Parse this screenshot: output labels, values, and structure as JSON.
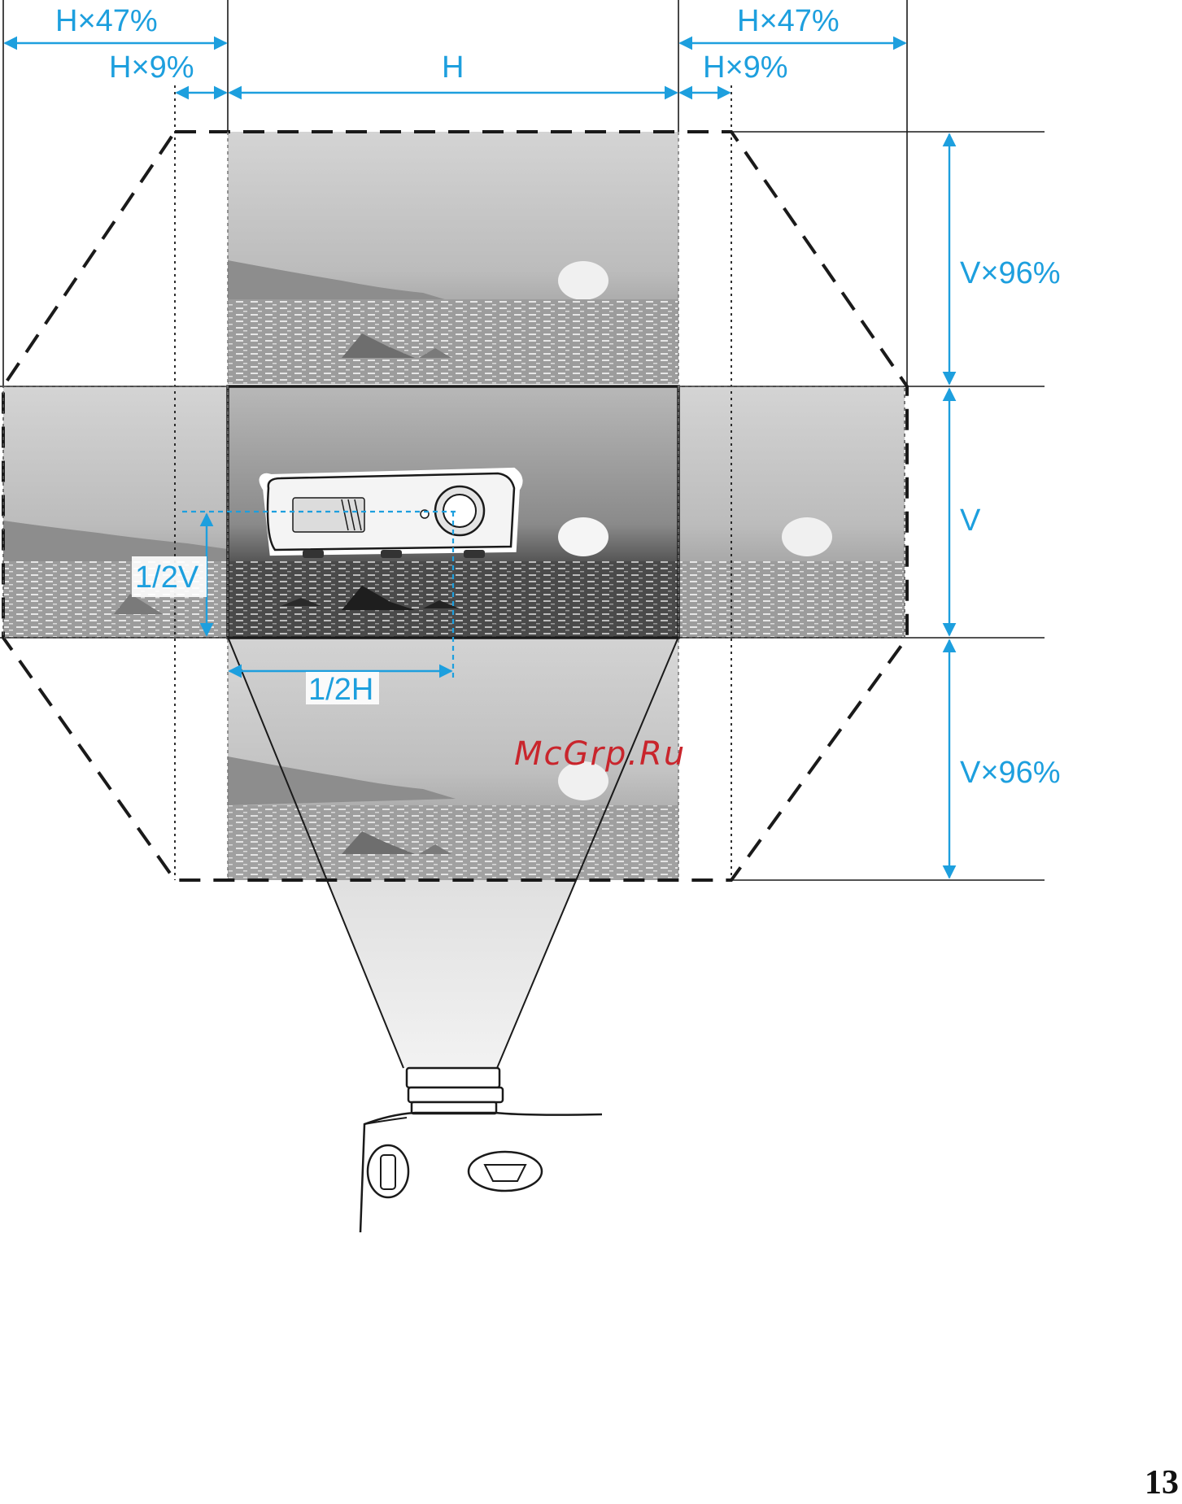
{
  "labels": {
    "h47_left": "H×47%",
    "h47_right": "H×47%",
    "h9_left": "H×9%",
    "h9_right": "H×9%",
    "h": "H",
    "v96_top": "V×96%",
    "v": "V",
    "v96_bottom": "V×96%",
    "half_v": "1/2V",
    "half_h": "1/2H"
  },
  "watermark": "McGrp.Ru",
  "page_number": "13",
  "colors": {
    "dimension": "#1d9fde",
    "outline": "#1a1a1a",
    "watermark": "#c9252c"
  },
  "icons": {
    "projector_top": "projector-icon",
    "projector_front": "projector-lens-icon"
  }
}
